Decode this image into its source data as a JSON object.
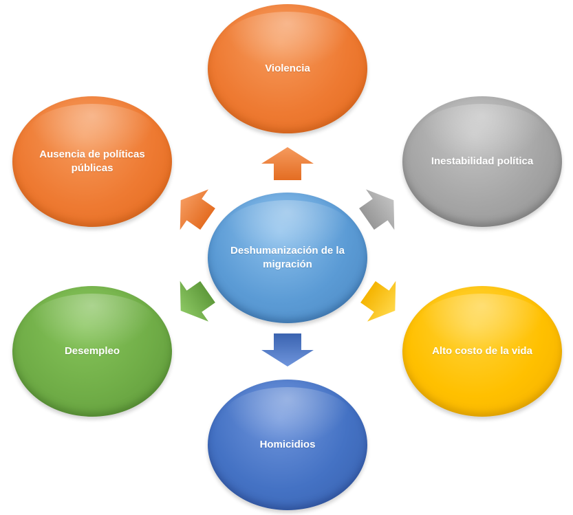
{
  "center": {
    "label": "Deshumanización de la migración",
    "color": "#5b9bd5"
  },
  "nodes": {
    "violencia": {
      "label": "Violencia",
      "color": "#ed7d31"
    },
    "inestabilidad": {
      "label": "Inestabilidad política",
      "color": "#a5a5a5"
    },
    "costo": {
      "label": "Alto costo de la vida",
      "color": "#ffc000"
    },
    "homicidios": {
      "label": "Homicidios",
      "color": "#4472c4"
    },
    "desempleo": {
      "label": "Desempleo",
      "color": "#70ad47"
    },
    "ausencia": {
      "label": "Ausencia de políticas públicas",
      "color": "#ed7d31"
    }
  }
}
